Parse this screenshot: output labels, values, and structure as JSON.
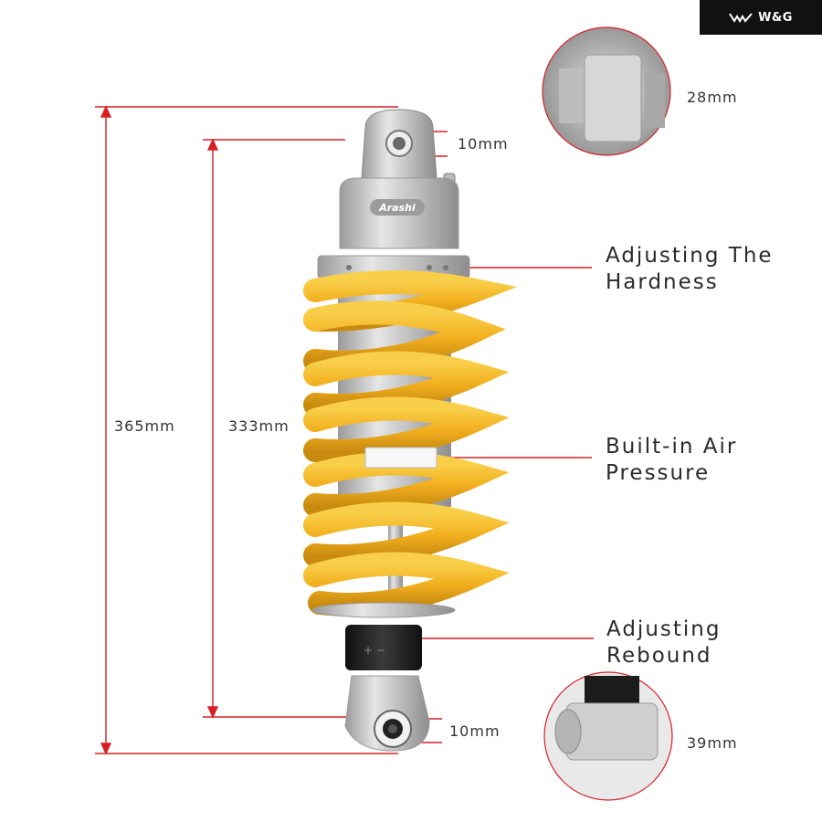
{
  "brand": {
    "name": "W&G",
    "icon": "wing-logo-icon"
  },
  "dimensions": {
    "total_length": "365mm",
    "body_length": "333mm",
    "top_eye": "10mm",
    "bottom_eye": "10mm",
    "top_mount_width": "28mm",
    "bottom_mount_width": "39mm"
  },
  "callouts": {
    "hardness": {
      "line1": "Adjusting The",
      "line2": "Hardness"
    },
    "air": {
      "line1": "Built-in Air",
      "line2": "Pressure"
    },
    "rebound": {
      "line1": "Adjusting",
      "line2": "Rebound"
    }
  },
  "product": {
    "logo_text": "Arashi"
  },
  "colors": {
    "accent": "#d81f26",
    "spring": "#f4b62a",
    "body": "#c9c9c9",
    "brand_bg": "#111111"
  }
}
